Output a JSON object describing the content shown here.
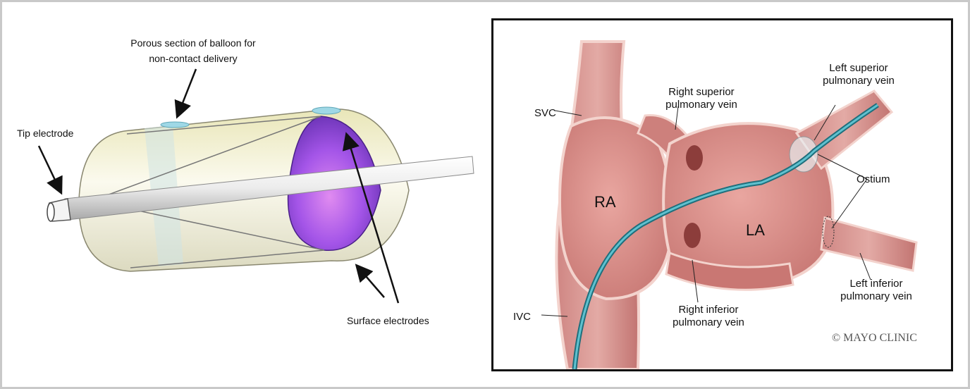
{
  "left_panel": {
    "labels": {
      "porous_line1": "Porous section of balloon for",
      "porous_line2": "non-contact delivery",
      "tip": "Tip electrode",
      "surface": "Surface electrodes"
    }
  },
  "right_panel": {
    "labels": {
      "svc": "SVC",
      "ivc": "IVC",
      "ra": "RA",
      "la": "LA",
      "rspv_line1": "Right superior",
      "rspv_line2": "pulmonary vein",
      "lspv_line1": "Left superior",
      "lspv_line2": "pulmonary vein",
      "ostium": "Ostium",
      "lipv_line1": "Left inferior",
      "lipv_line2": "pulmonary vein",
      "ripv_line1": "Right inferior",
      "ripv_line2": "pulmonary vein",
      "credit": "© MAYO CLINIC"
    }
  },
  "colors": {
    "tissue": "#d98f8c",
    "tissue_dark": "#b96a68",
    "tissue_light": "#f2c9c2",
    "catheter": "#2e8fa0",
    "balloon_shell": "#f3f0cf",
    "balloon_purple": "#9b4fe0"
  }
}
